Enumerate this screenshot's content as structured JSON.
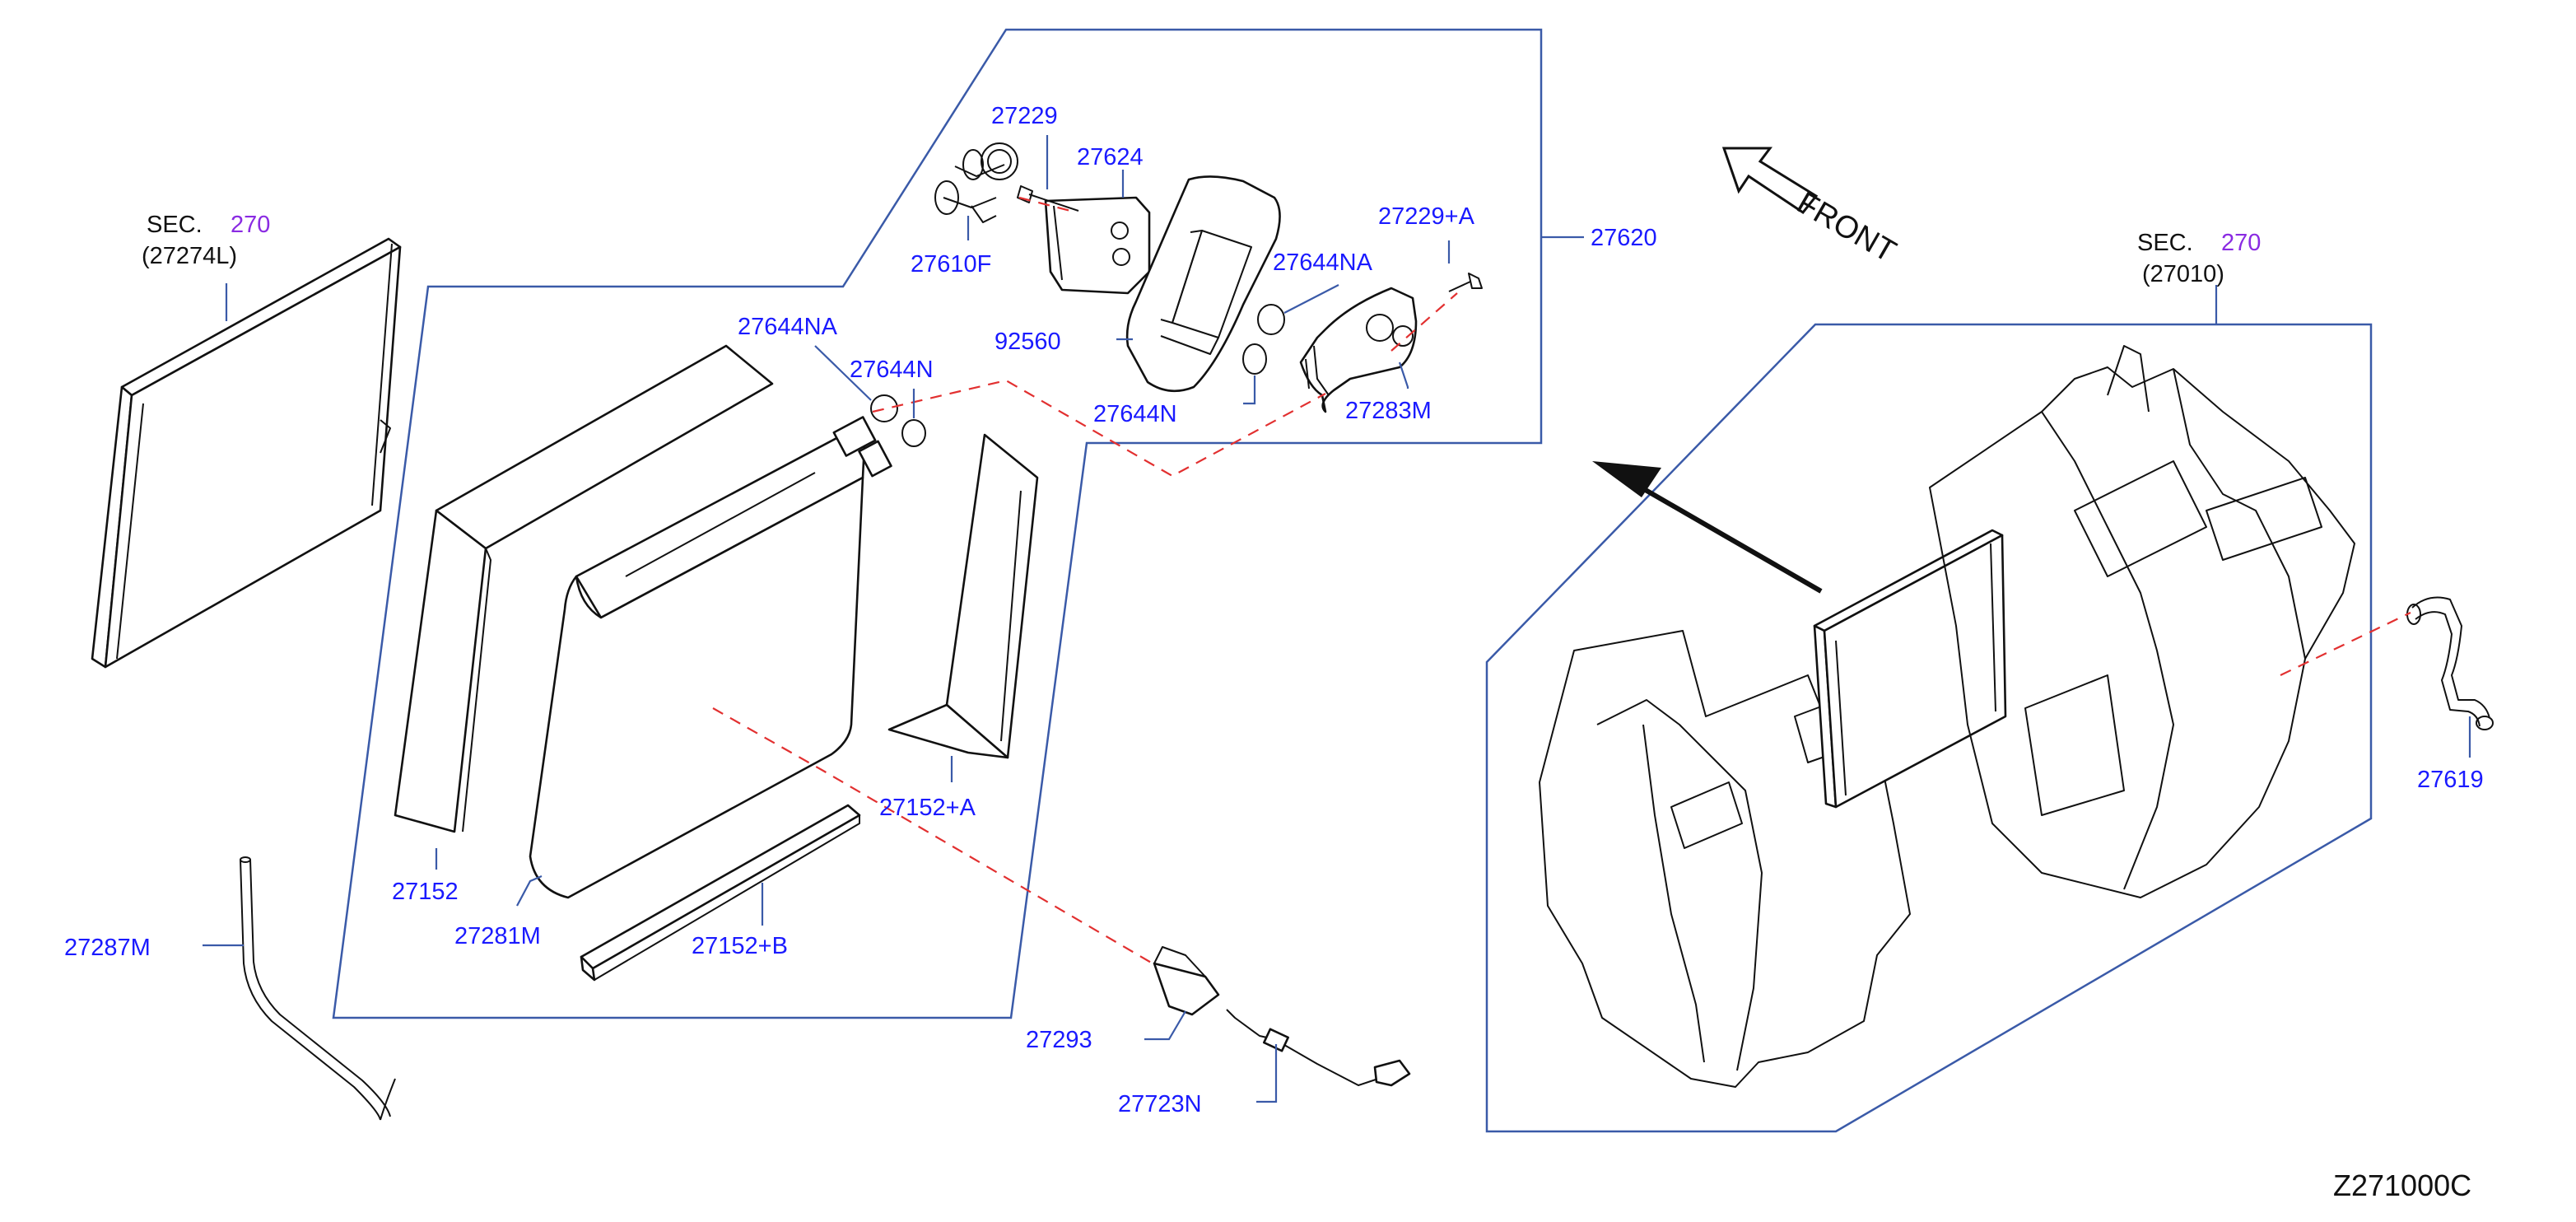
{
  "diagram": {
    "code": "Z271000C",
    "front_label": "FRONT",
    "sec_left": {
      "sec": "SEC.",
      "num": "270",
      "ref": "(27274L)"
    },
    "sec_right": {
      "sec": "SEC.",
      "num": "270",
      "ref": "(27010)"
    },
    "parts": {
      "p27229": "27229",
      "p27624": "27624",
      "p27610F": "27610F",
      "p92560": "92560",
      "p27644NA_top": "27644NA",
      "p27644N_top": "27644N",
      "p27229A": "27229+A",
      "p27620": "27620",
      "p27283M": "27283M",
      "p27644NA_left": "27644NA",
      "p27644N_left": "27644N",
      "p27152": "27152",
      "p27281M": "27281M",
      "p27152A": "27152+A",
      "p27152B": "27152+B",
      "p27287M": "27287M",
      "p27293": "27293",
      "p27723N": "27723N",
      "p27619": "27619"
    }
  }
}
